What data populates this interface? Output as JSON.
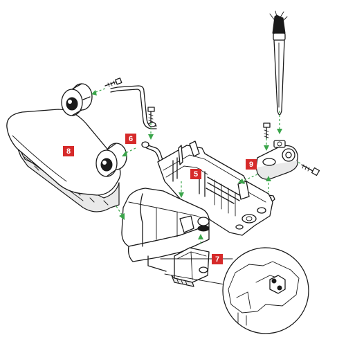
{
  "callouts": [
    {
      "id": "callout-5",
      "label": "5"
    },
    {
      "id": "callout-6",
      "label": "6"
    },
    {
      "id": "callout-7",
      "label": "7"
    },
    {
      "id": "callout-8",
      "label": "8"
    },
    {
      "id": "callout-9",
      "label": "9"
    }
  ],
  "colors": {
    "callout_badge": "#d62a2a",
    "guide_arrow": "#3aa54a",
    "line_art": "#1a1a1a"
  }
}
